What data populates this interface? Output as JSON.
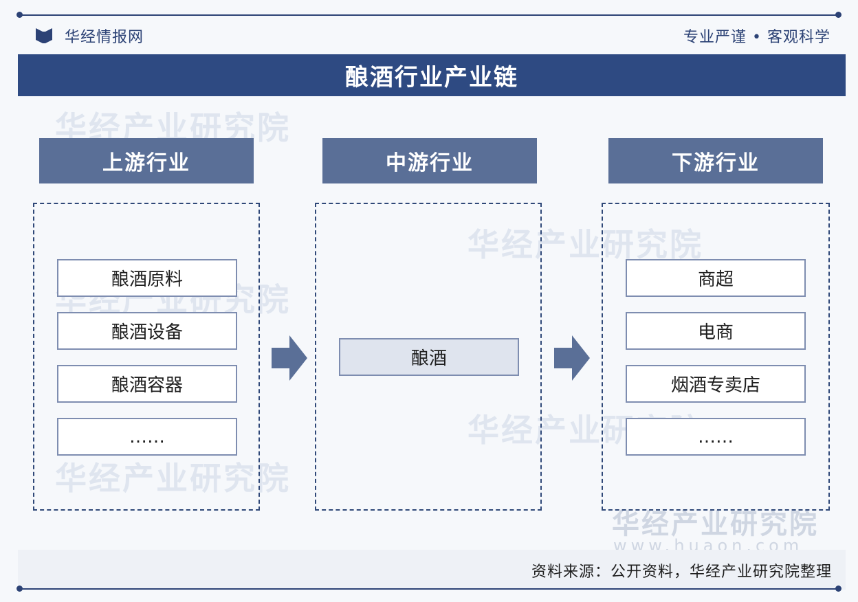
{
  "header": {
    "brand": "华经情报网",
    "slogan": "专业严谨 • 客观科学"
  },
  "title": "酿酒行业产业链",
  "stages": [
    {
      "label": "上游行业",
      "items": [
        "酿酒原料",
        "酿酒设备",
        "酿酒容器",
        "……"
      ]
    },
    {
      "label": "中游行业",
      "items": [
        "酿酒"
      ]
    },
    {
      "label": "下游行业",
      "items": [
        "商超",
        "电商",
        "烟酒专卖店",
        "……"
      ]
    }
  ],
  "watermark": {
    "text": "华经产业研究院",
    "url": "www.huaon.com"
  },
  "footer": {
    "source": "资料来源：公开资料，华经产业研究院整理"
  },
  "colors": {
    "navy": "#2e4a82",
    "stage_header": "#5a6f97",
    "arrow": "#5a6f97",
    "item_border": "#7e8db0",
    "mid_fill": "#dfe4ee"
  }
}
